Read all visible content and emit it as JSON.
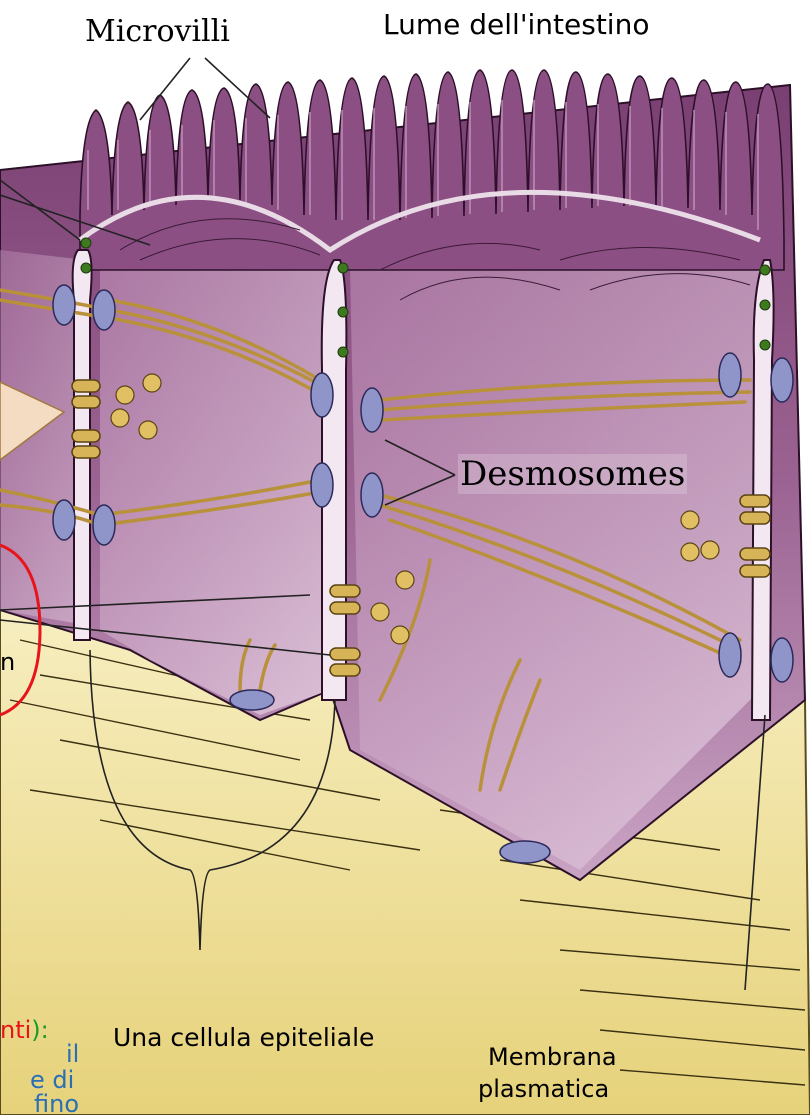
{
  "labels": {
    "microvilli": "Microvilli",
    "lumen": "Lume dell'intestino",
    "desmosomes": "Desmosomes",
    "epithelial_cell": "Una cellula epiteliale",
    "membrane_line1": "Membrana",
    "membrane_line2": "plasmatica"
  },
  "cropped_text": {
    "left_edge_label": "n",
    "caption_line1_red": "nti",
    "caption_line1_green": "):",
    "caption_line2": "il",
    "caption_line3": "e di",
    "caption_line4": "fino"
  },
  "colors": {
    "cell_purple": "#8b4f82",
    "cell_light": "#c89ac0",
    "basal_lamina": "#f2e3a0",
    "filaments": "#b8913a",
    "desmosome_plaque": "#8f95c8",
    "highlight_circle": "#e8141c",
    "caption_red": "#e8141c",
    "caption_green": "#1a9a2a",
    "caption_blue": "#2a6fb5"
  }
}
